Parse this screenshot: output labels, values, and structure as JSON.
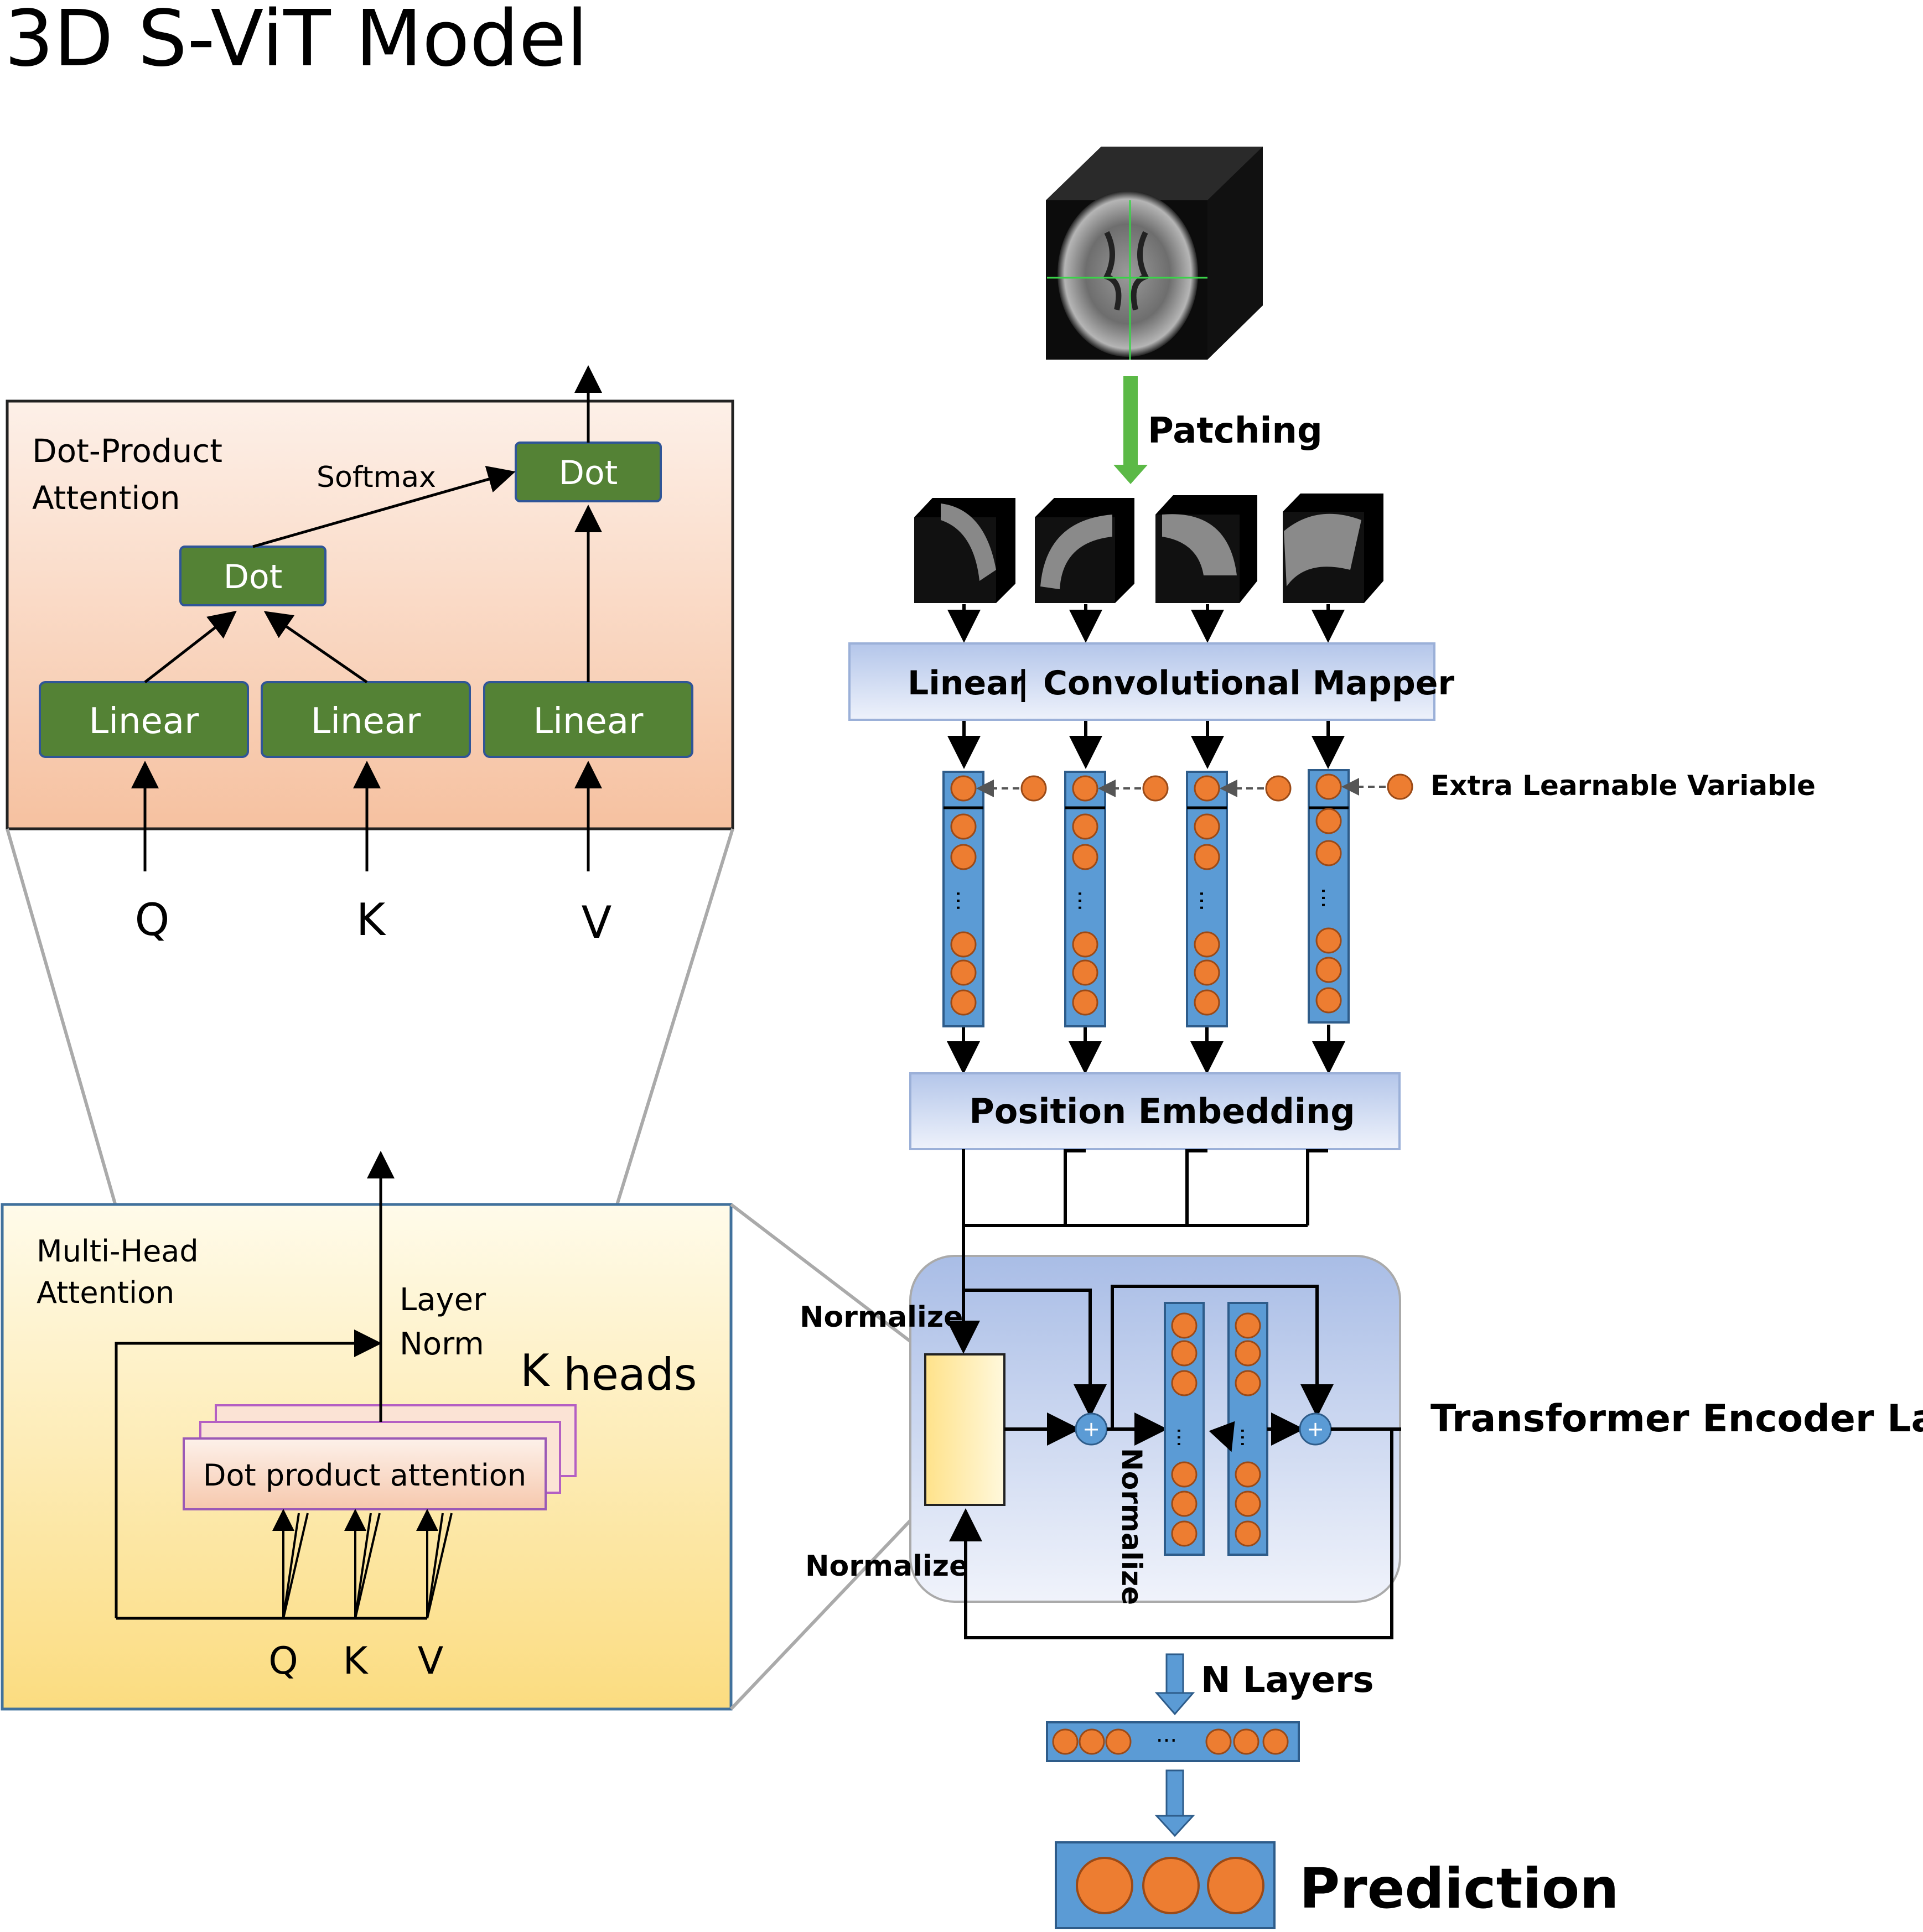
{
  "title": "3D S-ViT Model",
  "dot_product_panel": {
    "title_line1": "Dot-Product",
    "title_line2": "Attention",
    "softmax": "Softmax",
    "dot_top": "Dot",
    "dot_mid": "Dot",
    "linear_q": "Linear",
    "linear_k": "Linear",
    "linear_v": "Linear",
    "q": "Q",
    "k": "K",
    "v": "V"
  },
  "multi_head_panel": {
    "title_line1": "Multi-Head",
    "title_line2": "Attention",
    "layer_norm_line1": "Layer",
    "layer_norm_line2": "Norm",
    "k_heads_k": "K",
    "k_heads_heads": "heads",
    "dot_product_attention": "Dot product attention",
    "q": "Q",
    "k": "K",
    "v": "V"
  },
  "pipeline": {
    "patching": "Patching",
    "mapper_left": "Linear",
    "mapper_sep": "|",
    "mapper_right": "Convolutional Mapper",
    "extra_learnable": "Extra Learnable Variable",
    "position_embedding": "Position Embedding",
    "normalize_top": "Normalize",
    "normalize_bottom": "Normalize",
    "normalize_vertical": "Normalize",
    "transformer_encoder": "Transformer Encoder Layer",
    "n_layers": "N Layers",
    "ellipsis": "...",
    "prediction": "Prediction"
  },
  "colors": {
    "green_box": "#548235",
    "peach_panel": "#f8cbad",
    "yellow_panel": "#ffe699",
    "blue_column": "#5b9bd5",
    "orange_dot": "#ed7d31",
    "patch_arrow": "#5bb946",
    "mapper_fill": "#c9d6f0"
  }
}
